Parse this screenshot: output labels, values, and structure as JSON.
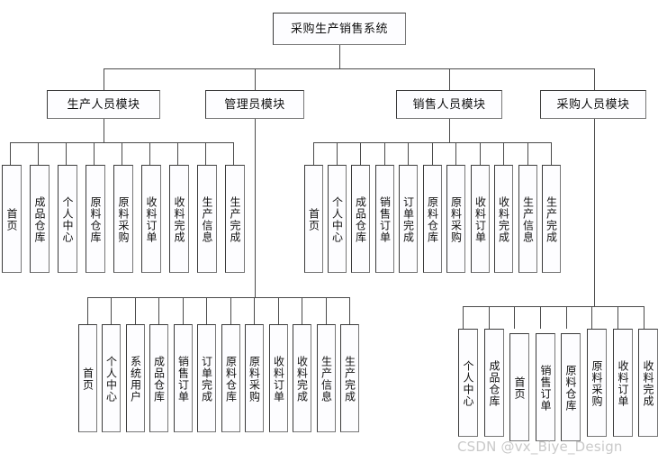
{
  "diagram": {
    "title": "采购生产销售系统",
    "root": {
      "label": "采购生产销售系统"
    },
    "modules": [
      {
        "label": "生产人员模块"
      },
      {
        "label": "管理员模块"
      },
      {
        "label": "销售人员模块"
      },
      {
        "label": "采购人员模块"
      }
    ],
    "production_leaves": [
      {
        "label": "首页"
      },
      {
        "label": "成品仓库"
      },
      {
        "label": "个人中心"
      },
      {
        "label": "原料仓库"
      },
      {
        "label": "原料采购"
      },
      {
        "label": "收料订单"
      },
      {
        "label": "收料完成"
      },
      {
        "label": "生产信息"
      },
      {
        "label": "生产完成"
      }
    ],
    "sales_leaves": [
      {
        "label": "首页"
      },
      {
        "label": "个人中心"
      },
      {
        "label": "成品仓库"
      },
      {
        "label": "销售订单"
      },
      {
        "label": "订单完成"
      },
      {
        "label": "原料仓库"
      },
      {
        "label": "原料采购"
      },
      {
        "label": "收料订单"
      },
      {
        "label": "收料完成"
      },
      {
        "label": "生产信息"
      },
      {
        "label": "生产完成"
      }
    ],
    "admin_leaves": [
      {
        "label": "首页"
      },
      {
        "label": "个人中心"
      },
      {
        "label": "系统用户"
      },
      {
        "label": "成品仓库"
      },
      {
        "label": "销售订单"
      },
      {
        "label": "订单完成"
      },
      {
        "label": "原料仓库"
      },
      {
        "label": "原料采购"
      },
      {
        "label": "收料订单"
      },
      {
        "label": "收料完成"
      },
      {
        "label": "生产信息"
      },
      {
        "label": "生产完成"
      }
    ],
    "purchasing_leaves": [
      {
        "label": "个人中心"
      },
      {
        "label": "成品仓库"
      },
      {
        "label": "首页"
      },
      {
        "label": "销售订单"
      },
      {
        "label": "原料仓库"
      },
      {
        "label": "原料采购"
      },
      {
        "label": "收料订单"
      },
      {
        "label": "收料完成"
      }
    ],
    "watermark": "CSDN @vx_Biye_Design",
    "colors": {
      "box_border": "#3a3a3a",
      "box_fill": "#fdfdff",
      "line": "#4a4a4a",
      "text": "#101010",
      "watermark": "#c9c9c9"
    }
  }
}
